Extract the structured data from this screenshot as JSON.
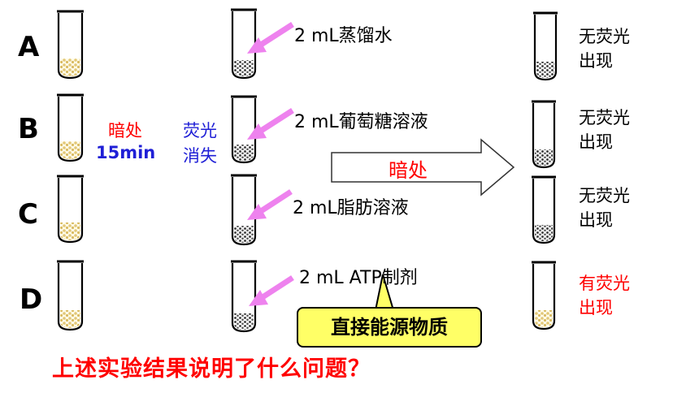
{
  "rows": [
    {
      "label": "A",
      "reagent": "2 mL蒸馏水",
      "result": [
        "无荧光",
        "出现"
      ],
      "result_color": "#000000"
    },
    {
      "label": "B",
      "reagent": "2 mL葡萄糖溶液",
      "result": [
        "无荧光",
        "出现"
      ],
      "result_color": "#000000"
    },
    {
      "label": "C",
      "reagent": "2 mL脂肪溶液",
      "result": [
        "无荧光",
        "出现"
      ],
      "result_color": "#000000"
    },
    {
      "label": "D",
      "reagent": "2 mL ATP制剂",
      "result": [
        "有荧光",
        "出现"
      ],
      "result_color": "#ff0000"
    }
  ],
  "condition": {
    "place": "暗处",
    "time": "15min",
    "effect_line1": "荧光",
    "effect_line2": "消失"
  },
  "big_arrow_label": "暗处",
  "callout": "直接能源物质",
  "question": "上述实验结果说明了什么问题？",
  "colors": {
    "pink_arrow": "#ee82ee",
    "yellow_callout": "#ffff66",
    "red_text": "#ff0000",
    "blue_text": "#1f1fd6",
    "seed_yellow": "#e8d48a",
    "particle_dark": "#444444"
  }
}
